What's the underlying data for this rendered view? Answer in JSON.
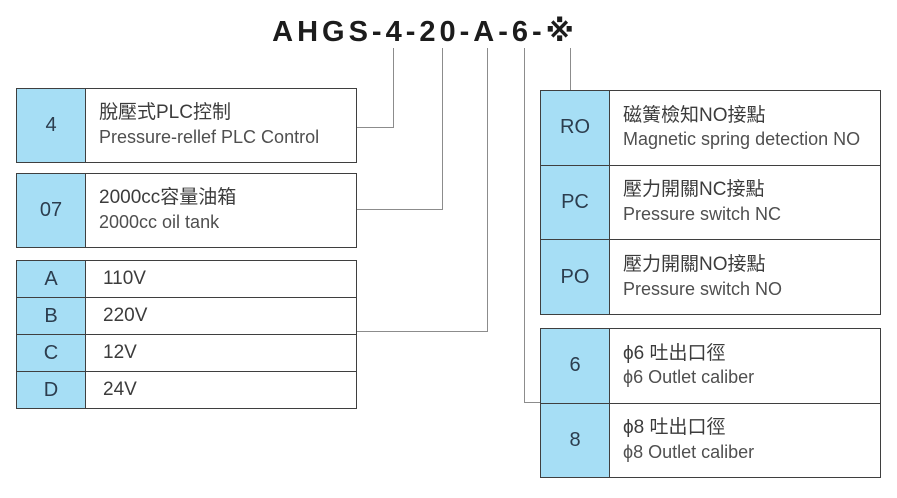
{
  "title": "AHGS-4-20-A-6-※",
  "colors": {
    "key_cell": "#a6def5",
    "border": "#3f3f3f",
    "connector": "#8c8c8c",
    "zh_text": "#3c3c3c",
    "en_text": "#4f4f4f",
    "key_text": "#2c3d4e",
    "title_text": "#1c1c1c"
  },
  "left_tables": [
    {
      "rows": [
        {
          "key": "4",
          "zh": "脫壓式PLC控制",
          "en": "Pressure-rellef  PLC Control"
        }
      ]
    },
    {
      "rows": [
        {
          "key": "07",
          "zh": "2000cc容量油箱",
          "en": "2000cc oil tank"
        }
      ]
    },
    {
      "rows": [
        {
          "key": "A",
          "value": "110V"
        },
        {
          "key": "B",
          "value": "220V"
        },
        {
          "key": "C",
          "value": "12V"
        },
        {
          "key": "D",
          "value": "24V"
        }
      ]
    }
  ],
  "right_tables": [
    {
      "rows": [
        {
          "key": "RO",
          "zh": "磁簧檢知NO接點",
          "en": "Magnetic spring detection NO"
        },
        {
          "key": "PC",
          "zh": "壓力開關NC接點",
          "en": "Pressure switch NC"
        },
        {
          "key": "PO",
          "zh": "壓力開關NO接點",
          "en": "Pressure switch NO"
        }
      ]
    },
    {
      "rows": [
        {
          "key": "6",
          "zh": "ϕ6 吐出口徑",
          "en": "ϕ6 Outlet caliber"
        },
        {
          "key": "8",
          "zh": "ϕ8 吐出口徑",
          "en": "ϕ8 Outlet caliber"
        }
      ]
    }
  ]
}
